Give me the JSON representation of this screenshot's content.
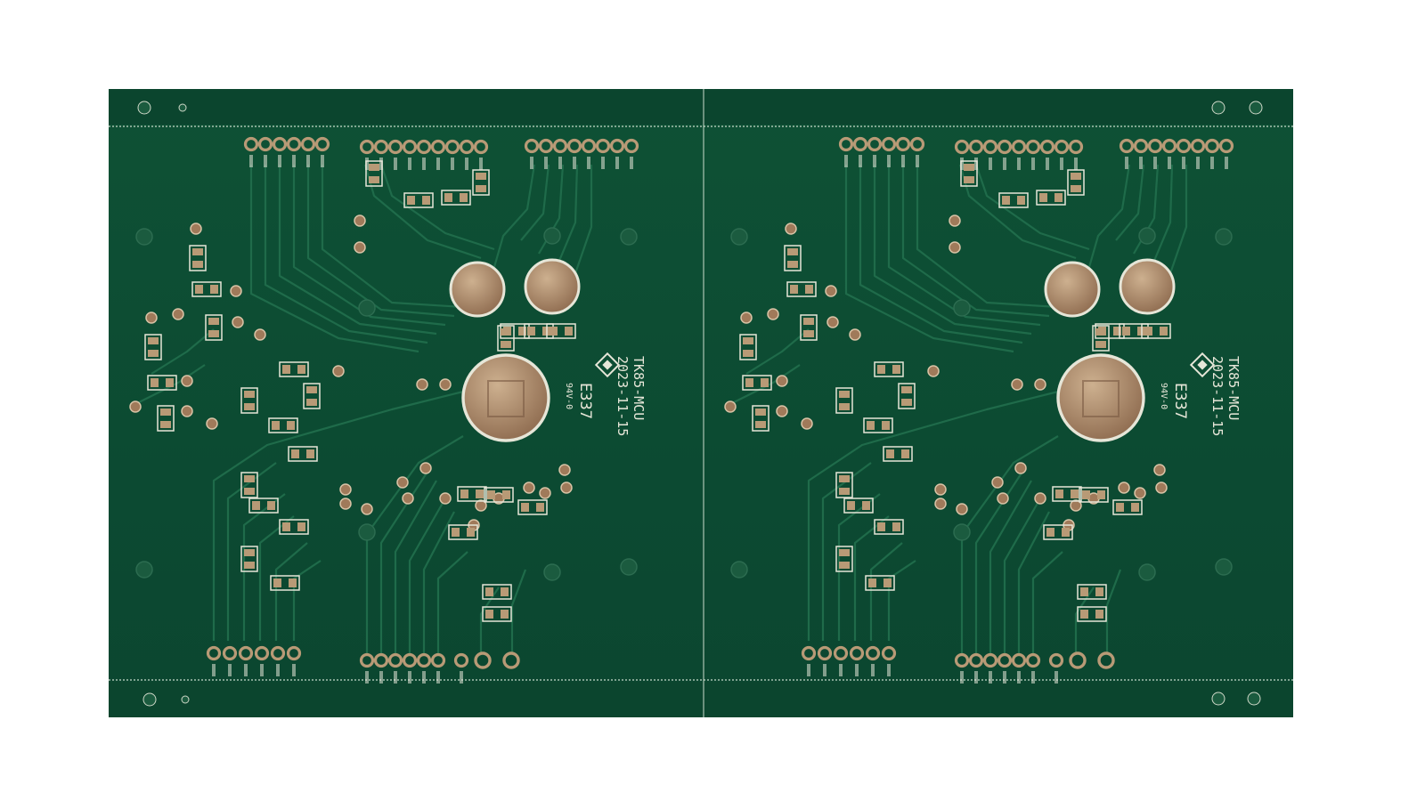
{
  "image": {
    "subject": "Two-up green PCB panel (unpopulated), gold pads, white silkscreen",
    "colors": {
      "background": "#ffffff",
      "soldermask": "#0d4a32",
      "soldermask_dark": "#0a3c28",
      "trace": "#1f6b4a",
      "pad_gold": "#b89a76",
      "pad_copper": "#a07a5a",
      "silkscreen": "#e6e6d8",
      "hole": "#1b5b3f"
    }
  },
  "boards": [
    {
      "id": "left",
      "board_name": "TK85-MCU",
      "date_code": "2023-11-15",
      "ul_mark": "E337",
      "lot_text": "94V-0",
      "logo": "certification-logo"
    },
    {
      "id": "right",
      "board_name": "TK85-MCU",
      "date_code": "2023-11-15",
      "ul_mark": "E337",
      "lot_text": "94V-0",
      "logo": "certification-logo"
    }
  ]
}
